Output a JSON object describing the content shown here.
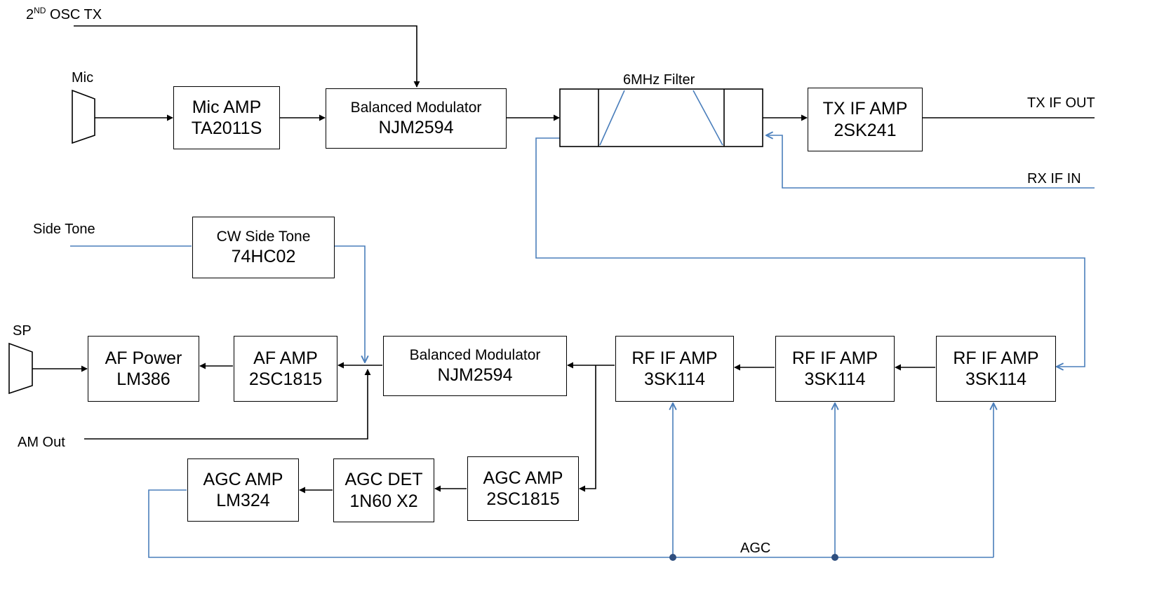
{
  "labels": {
    "osc_tx_prefix": "2",
    "osc_tx_sup": "ND",
    "osc_tx_rest": " OSC TX",
    "mic": "Mic",
    "filter": "6MHz Filter",
    "tx_if_out": "TX IF OUT",
    "rx_if_in": "RX IF IN",
    "side_tone": "Side Tone",
    "sp": "SP",
    "am_out": "AM Out",
    "agc": "AGC"
  },
  "blocks": {
    "mic_amp": {
      "line1": "Mic AMP",
      "line2": "TA2011S"
    },
    "bal_mod_tx": {
      "line1": "Balanced Modulator",
      "line2": "NJM2594"
    },
    "tx_if_amp": {
      "line1": "TX IF AMP",
      "line2": "2SK241"
    },
    "cw_side_tone": {
      "line1": "CW Side Tone",
      "line2": "74HC02"
    },
    "af_power": {
      "line1": "AF Power",
      "line2": "LM386"
    },
    "af_amp": {
      "line1": "AF AMP",
      "line2": "2SC1815"
    },
    "bal_mod_rx": {
      "line1": "Balanced Modulator",
      "line2": "NJM2594"
    },
    "rf_if_amp_1": {
      "line1": "RF IF AMP",
      "line2": "3SK114"
    },
    "rf_if_amp_2": {
      "line1": "RF IF AMP",
      "line2": "3SK114"
    },
    "rf_if_amp_3": {
      "line1": "RF IF AMP",
      "line2": "3SK114"
    },
    "agc_amp_lm324": {
      "line1": "AGC AMP",
      "line2": "LM324"
    },
    "agc_det": {
      "line1": "AGC DET",
      "line2": "1N60 X2"
    },
    "agc_amp_2sc": {
      "line1": "AGC AMP",
      "line2": "2SC1815"
    }
  },
  "colors": {
    "signal_line": "#000000",
    "blue_line": "#4a7ebb",
    "junction_dot": "#2f4f7f"
  }
}
